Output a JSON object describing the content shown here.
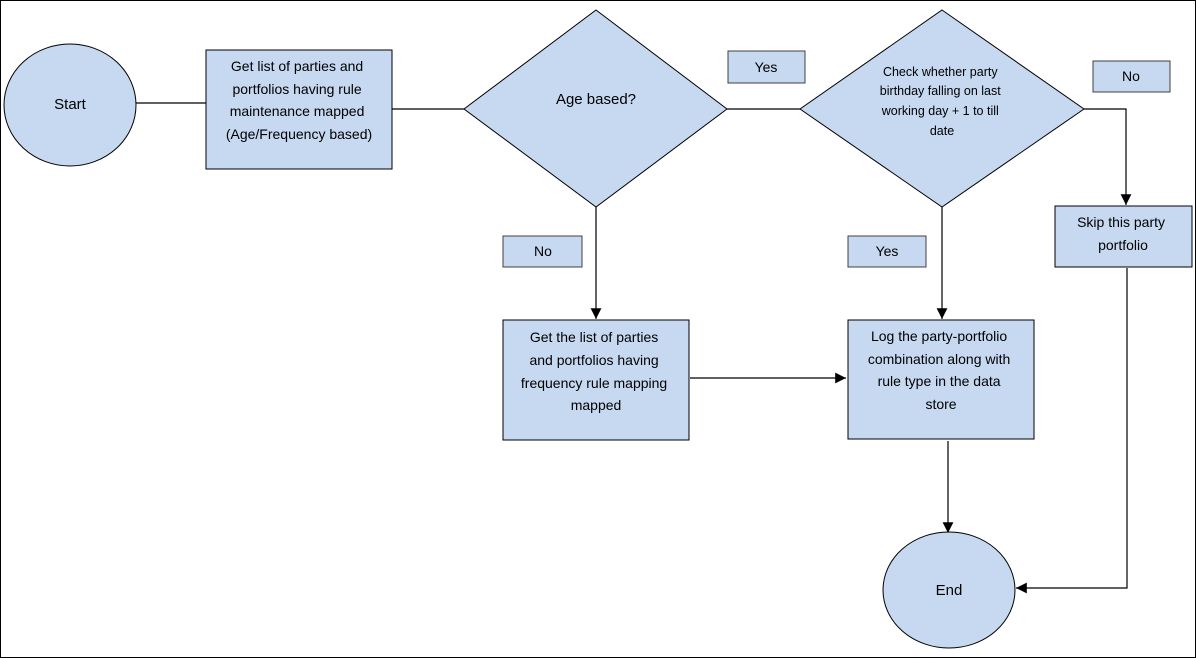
{
  "nodes": {
    "start": {
      "label": [
        "Start"
      ]
    },
    "get_list": {
      "label": [
        "Get list of parties and",
        "portfolios having rule",
        "maintenance mapped",
        "(Age/Frequency based)"
      ]
    },
    "age_based": {
      "label": [
        "Age based?"
      ]
    },
    "check_birthday": {
      "label": [
        "Check whether party",
        "birthday falling on last",
        "working day + 1 to till",
        "date"
      ]
    },
    "skip": {
      "label": [
        "Skip this party",
        "portfolio"
      ]
    },
    "get_frequency": {
      "label": [
        "Get the list of parties",
        "and portfolios having",
        "frequency rule mapping",
        "mapped"
      ]
    },
    "log": {
      "label": [
        "Log the party-portfolio",
        "combination along with",
        "rule type in the data",
        "store"
      ]
    },
    "end": {
      "label": [
        "End"
      ]
    }
  },
  "edge_labels": {
    "age_yes": "Yes",
    "age_no": "No",
    "check_yes": "Yes",
    "check_no": "No"
  }
}
